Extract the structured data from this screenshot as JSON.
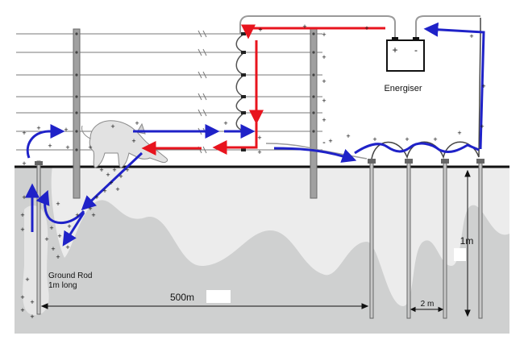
{
  "labels": {
    "energiser": "Energiser",
    "battery_positive": "+",
    "battery_negative": "-",
    "ground_rod": "Ground Rod",
    "ground_rod_length": "1m long",
    "distance": "500m",
    "rod_spacing": "2 m",
    "rod_depth": "1m"
  },
  "colors": {
    "live_current": "#e8141e",
    "return_current": "#1f22c8",
    "soil": "#cfd0d0",
    "ground_surface": "#111111",
    "post": "#9a9a9a",
    "wire": "#7a7a7a"
  }
}
